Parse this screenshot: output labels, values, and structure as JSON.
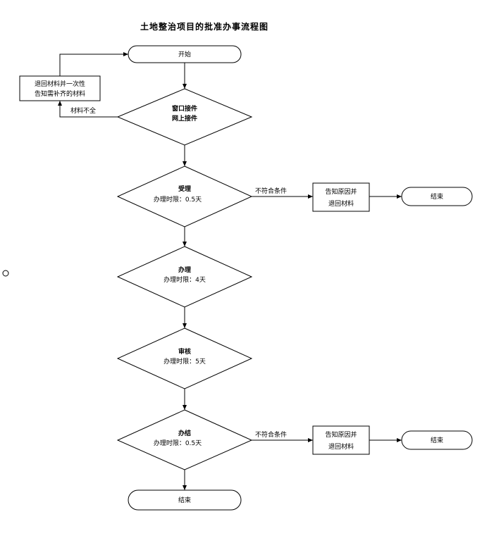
{
  "title": "土地整治项目的批准办事流程图",
  "nodes": {
    "start": "开始",
    "return_box": [
      "退回材料并一次性",
      "告知需补齐的材料"
    ],
    "window": [
      "窗口接件",
      "网上接件"
    ],
    "accept": {
      "name": "受理",
      "time": "办理时限：0.5天"
    },
    "process": {
      "name": "办理",
      "time": "办理时限：4天"
    },
    "review": {
      "name": "审核",
      "time": "办理时限：5天"
    },
    "complete": {
      "name": "办结",
      "time": "办理时限：0.5天"
    },
    "end_main": "结束",
    "notify_1": [
      "告知原因并",
      "退回材料"
    ],
    "end_1": "结束",
    "notify_2": [
      "告知原因并",
      "退回材料"
    ],
    "end_2": "结束"
  },
  "edges": {
    "incomplete": "材料不全",
    "reject_1": "不符合条件",
    "reject_2": "不符合条件"
  }
}
